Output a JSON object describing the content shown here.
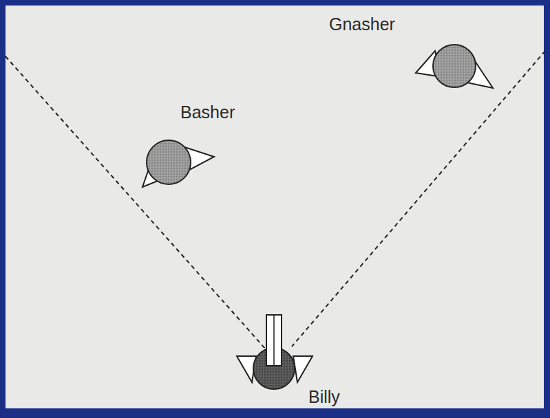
{
  "diagram": {
    "labels": [
      "Gnasher",
      "Basher",
      "Billy"
    ]
  }
}
